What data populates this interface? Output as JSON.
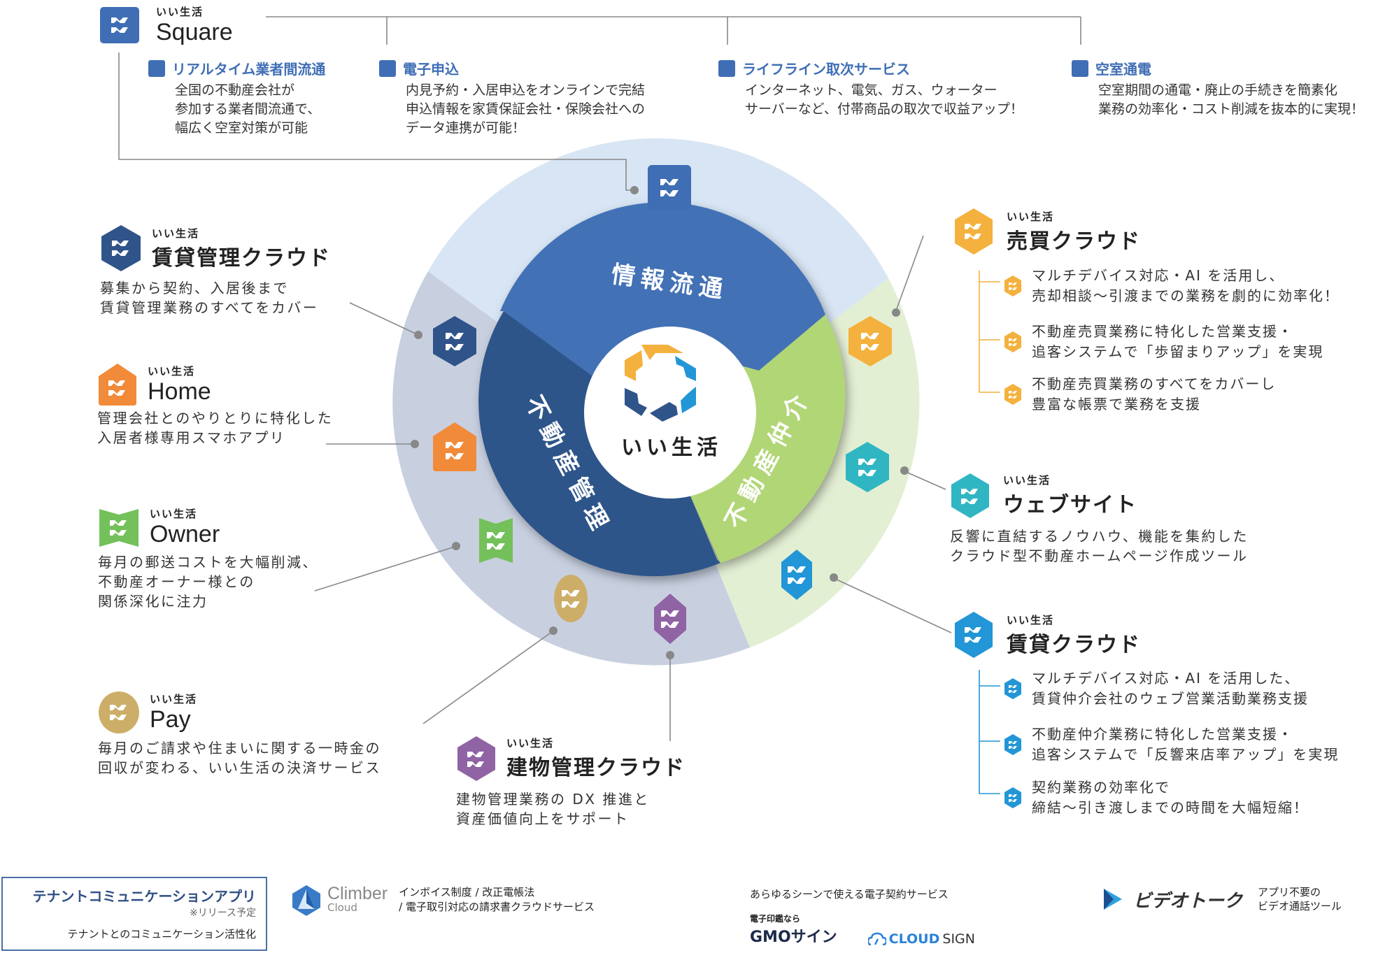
{
  "brand_prefix": "いい生活",
  "colors": {
    "square_blue": "#3f6eb5",
    "navy": "#2f5489",
    "orange": "#f18a39",
    "green": "#74c05a",
    "gold": "#cdae69",
    "purple": "#9063a4",
    "sky": "#2296d6",
    "teal": "#30b6c3",
    "yellow": "#f4b13d",
    "light_green": "#b1d676",
    "ring_blue": "#d8e5f4",
    "ring_gray": "#c8d0e0",
    "ring_green": "#e3efd3"
  },
  "center": {
    "label": "いい生活",
    "segments": [
      {
        "label": "情報流通"
      },
      {
        "label": "不動産管理"
      },
      {
        "label": "不動産仲介"
      }
    ]
  },
  "square": {
    "prefix": "いい生活",
    "title": "Square",
    "features": [
      {
        "title": "リアルタイム業者間流通",
        "desc": "全国の不動産会社が\n参加する業者間流通で、\n幅広く空室対策が可能"
      },
      {
        "title": "電子申込",
        "desc": "内見予約・入居申込をオンラインで完結\n申込情報を家賃保証会社・保険会社への\nデータ連携が可能！"
      },
      {
        "title": "ライフライン取次サービス",
        "desc": "インターネット、電気、ガス、ウォーター\nサーバーなど、付帯商品の取次で収益アップ！"
      },
      {
        "title": "空室通電",
        "desc": "空室期間の通電・廃止の手続きを簡素化\n業務の効率化・コスト削減を抜本的に実現！"
      }
    ]
  },
  "products_left": [
    {
      "prefix": "いい生活",
      "title": "賃貸管理クラウド",
      "desc": "募集から契約、入居後まで\n賃貸管理業務のすべてをカバー"
    },
    {
      "prefix": "いい生活",
      "title": "Home",
      "desc": "管理会社とのやりとりに特化した\n入居者様専用スマホアプリ"
    },
    {
      "prefix": "いい生活",
      "title": "Owner",
      "desc": "毎月の郵送コストを大幅削減、\n不動産オーナー様との\n関係深化に注力"
    },
    {
      "prefix": "いい生活",
      "title": "Pay",
      "desc": "毎月のご請求や住まいに関する一時金の\n回収が変わる、いい生活の決済サービス"
    },
    {
      "prefix": "いい生活",
      "title": "建物管理クラウド",
      "desc": "建物管理業務の DX 推進と\n資産価値向上をサポート"
    }
  ],
  "baibai": {
    "prefix": "いい生活",
    "title": "売買クラウド",
    "items": [
      "マルチデバイス対応・AI を活用し、\n売却相談〜引渡までの業務を劇的に効率化！",
      "不動産売買業務に特化した営業支援・\n追客システムで「歩留まりアップ」を実現",
      "不動産売買業務のすべてをカバーし\n豊富な帳票で業務を支援"
    ]
  },
  "website": {
    "prefix": "いい生活",
    "title": "ウェブサイト",
    "desc": "反響に直結するノウハウ、機能を集約した\nクラウド型不動産ホームページ作成ツール"
  },
  "chintai": {
    "prefix": "いい生活",
    "title": "賃貸クラウド",
    "items": [
      "マルチデバイス対応・AI を活用した、\n賃貸仲介会社のウェブ営業活動業務支援",
      "不動産仲介業務に特化した営業支援・\n追客システムで「反響来店率アップ」を実現",
      "契約業務の効率化で\n締結〜引き渡しまでの時間を大幅短縮！"
    ]
  },
  "footer": {
    "tenant_box": {
      "title": "テナントコミュニケーションアプリ",
      "note": "※リリース予定",
      "desc": "テナントとのコミュニケーション活性化"
    },
    "climber": {
      "name": "Climber",
      "sub": "Cloud",
      "desc": "インボイス制度 / 改正電帳法\n/ 電子取引対応の請求書クラウドサービス"
    },
    "esign": {
      "heading": "あらゆるシーンで使える電子契約サービス",
      "gmo_prefix": "電子印鑑なら",
      "gmo_name": "GMOサイン",
      "cloudsign_a": "CLOUD",
      "cloudsign_b": "SIGN"
    },
    "videotalk": {
      "name": "ビデオトーク",
      "desc": "アプリ不要の\nビデオ通話ツール"
    }
  }
}
